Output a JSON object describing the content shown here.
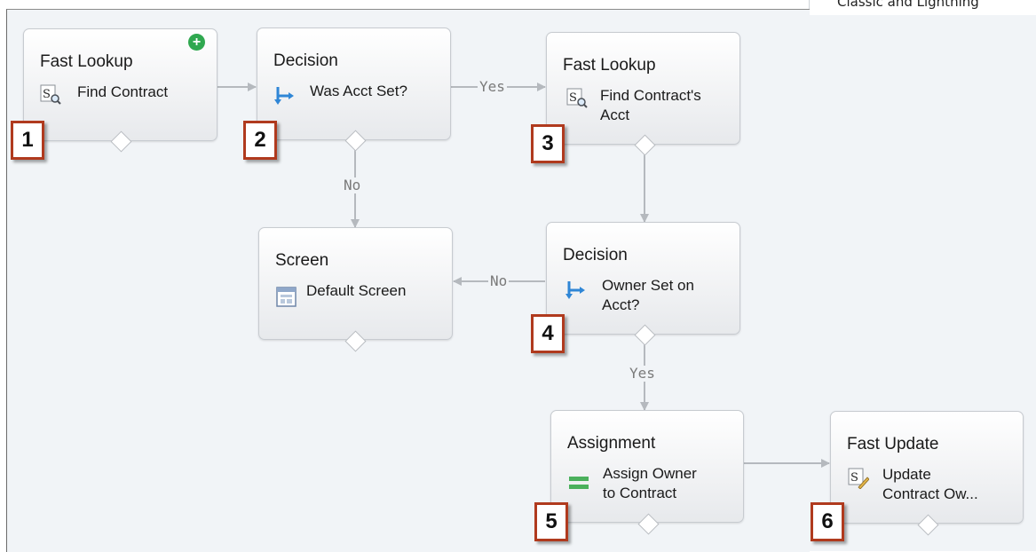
{
  "header": {
    "top_right_text": "Classic and Lightning"
  },
  "nodes": [
    {
      "type": "Fast Lookup",
      "label": "Find Contract",
      "icon": "fast-lookup-icon",
      "badge": "1"
    },
    {
      "type": "Decision",
      "label": "Was Acct Set?",
      "icon": "decision-icon",
      "badge": "2"
    },
    {
      "type": "Fast Lookup",
      "label_line1": "Find Contract's",
      "label_line2": "Acct",
      "icon": "fast-lookup-icon",
      "badge": "3"
    },
    {
      "type": "Screen",
      "label": "Default Screen",
      "icon": "screen-icon"
    },
    {
      "type": "Decision",
      "label_line1": "Owner Set on",
      "label_line2": "Acct?",
      "icon": "decision-icon",
      "badge": "4"
    },
    {
      "type": "Assignment",
      "label_line1": "Assign Owner",
      "label_line2": "to Contract",
      "icon": "assignment-icon",
      "badge": "5"
    },
    {
      "type": "Fast Update",
      "label_line1": "Update",
      "label_line2": "Contract Ow...",
      "icon": "fast-update-icon",
      "badge": "6"
    }
  ],
  "connectors": {
    "yes1": "Yes",
    "no1": "No",
    "no2": "No",
    "yes2": "Yes"
  },
  "colors": {
    "canvas": "#f1f4f7",
    "connector": "#b5b9be",
    "badge_border": "#b03a1e",
    "add_button": "#2fa84f",
    "decision_icon": "#2f86d6"
  }
}
